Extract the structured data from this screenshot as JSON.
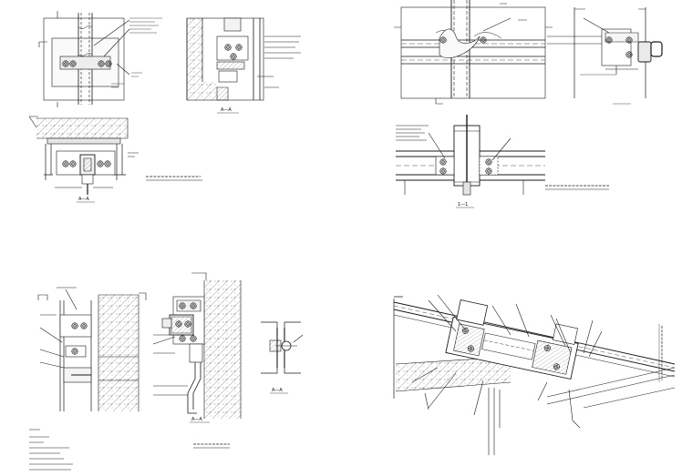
{
  "sheet": {
    "background": "#ffffff",
    "line_color": "#1a1a1a",
    "hatch_color": "#444444"
  },
  "views": [
    {
      "id": "a",
      "caption": "",
      "section_mark": ""
    },
    {
      "id": "b",
      "caption": "",
      "section_mark": "A—A"
    },
    {
      "id": "c",
      "caption": "",
      "section_mark": ""
    },
    {
      "id": "d",
      "caption": "",
      "section_mark": "A—A"
    },
    {
      "id": "e",
      "caption": "",
      "section_mark": ""
    },
    {
      "id": "f",
      "caption": "",
      "section_mark": ""
    },
    {
      "id": "g",
      "caption": "",
      "section_mark": "1—1"
    },
    {
      "id": "h",
      "caption": "",
      "section_mark": "A—A"
    },
    {
      "id": "i",
      "caption": "",
      "section_mark": ""
    },
    {
      "id": "j",
      "caption": "",
      "section_mark": "A—A"
    },
    {
      "id": "k",
      "caption": "",
      "section_mark": ""
    }
  ]
}
